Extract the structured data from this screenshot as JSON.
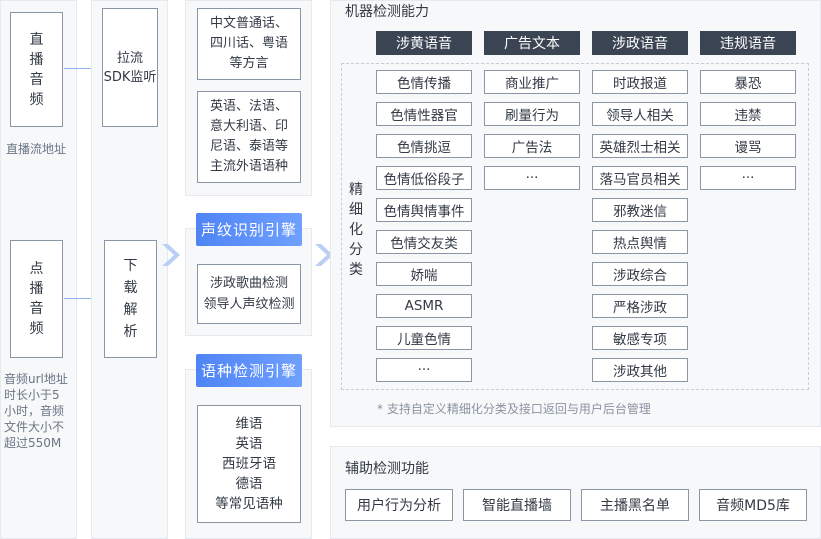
{
  "sources": {
    "live": {
      "label": [
        "直",
        "播",
        "音",
        "频"
      ],
      "caption": "直播流地址"
    },
    "vod": {
      "label": [
        "点",
        "播",
        "音",
        "频"
      ],
      "caption": [
        "音频url地址",
        "时长小于5",
        "小时，音频",
        "文件大小不",
        "超过550M"
      ]
    }
  },
  "ingest": {
    "pull": [
      "拉流",
      "SDK监听"
    ],
    "download": [
      "下",
      "载",
      "解",
      "析"
    ]
  },
  "asr": {
    "dialects": [
      "中文普通话、",
      "四川话、粤语",
      "等方言"
    ],
    "foreign": [
      "英语、法语、",
      "意大利语、印",
      "尼语、泰语等",
      "主流外语语种"
    ]
  },
  "voiceprint": {
    "engine": "声纹识别引擎",
    "detail": [
      "涉政歌曲检测",
      "领导人声纹检测"
    ]
  },
  "langid": {
    "engine": "语种检测引擎",
    "languages": [
      "维语",
      "英语",
      "西班牙语",
      "德语",
      "等常见语种"
    ]
  },
  "machine": {
    "title": "机器检测能力",
    "side_label": [
      "精",
      "细",
      "化",
      "分",
      "类"
    ],
    "columns": [
      {
        "header": "涉黄语音",
        "tags": [
          "色情传播",
          "色情性器官",
          "色情挑逗",
          "色情低俗段子",
          "色情舆情事件",
          "色情交友类",
          "娇喘",
          "ASMR",
          "儿童色情",
          "···"
        ]
      },
      {
        "header": "广告文本",
        "tags": [
          "商业推广",
          "刷量行为",
          "广告法",
          "···"
        ]
      },
      {
        "header": "涉政语音",
        "tags": [
          "时政报道",
          "领导人相关",
          "英雄烈士相关",
          "落马官员相关",
          "邪教迷信",
          "热点舆情",
          "涉政综合",
          "严格涉政",
          "敏感专项",
          "涉政其他"
        ]
      },
      {
        "header": "违规语音",
        "tags": [
          "暴恐",
          "违禁",
          "谩骂",
          "···"
        ]
      }
    ],
    "footnote": "* 支持自定义精细化分类及接口返回与用户后台管理"
  },
  "aux": {
    "title": "辅助检测功能",
    "buttons": [
      "用户行为分析",
      "智能直播墙",
      "主播黑名单",
      "音频MD5库"
    ]
  },
  "colors": {
    "engine_gradient_start": "#4f84f5",
    "engine_gradient_end": "#6fa0ff",
    "category_header": "#3a4453",
    "arrow": "#8fb1ef",
    "panel_bg": "#f7f8fa"
  }
}
